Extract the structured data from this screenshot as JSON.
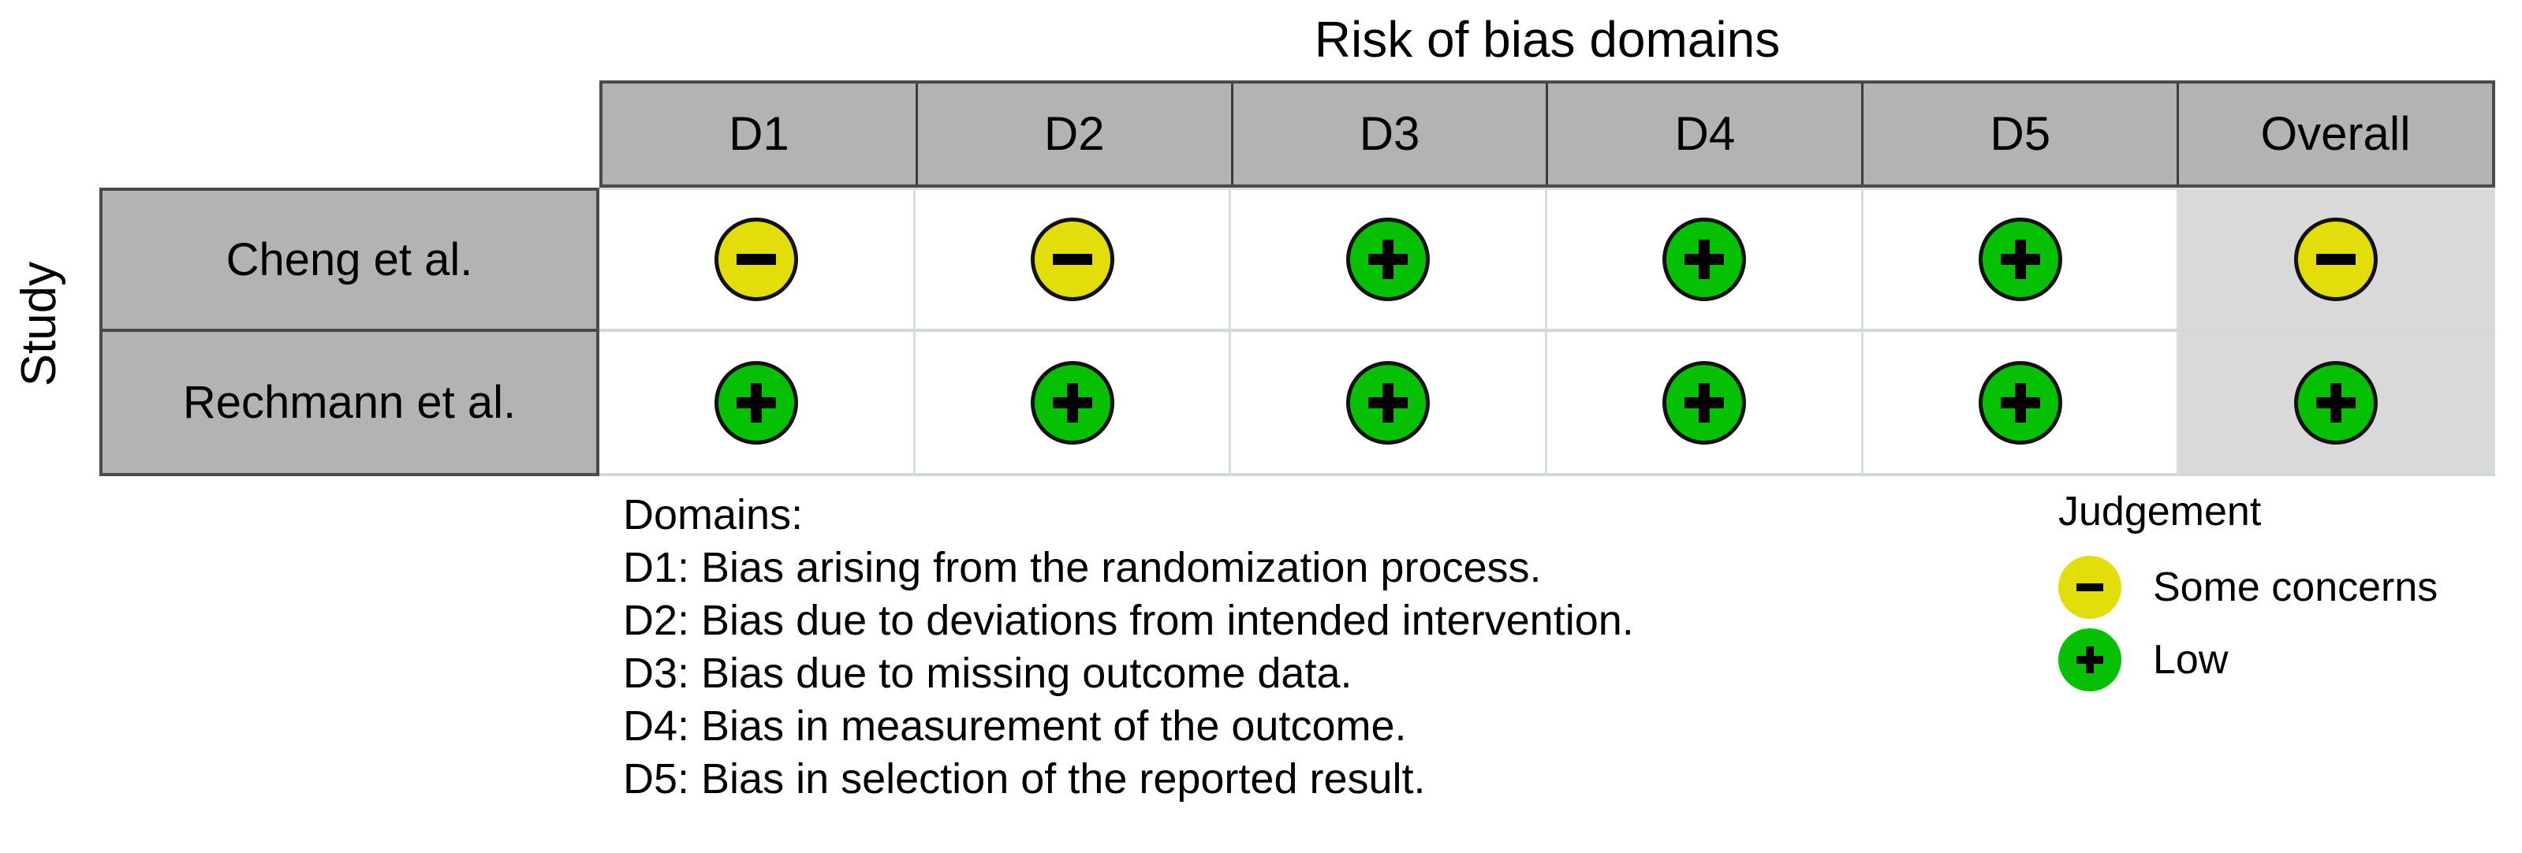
{
  "title": "Risk of bias domains",
  "axis": {
    "y_label": "Study"
  },
  "colors": {
    "some_concerns": "#e3dd0b",
    "low": "#06c003",
    "header_gray": "#b3b3b3",
    "overall_cell_gray": "#d9d9d9"
  },
  "table": {
    "columns": [
      "D1",
      "D2",
      "D3",
      "D4",
      "D5",
      "Overall"
    ],
    "rows": [
      {
        "study": "Cheng et al.",
        "judgements": [
          "some-concerns",
          "some-concerns",
          "low",
          "low",
          "low",
          "some-concerns"
        ],
        "glyphs": [
          "-",
          "-",
          "+",
          "+",
          "+",
          "-"
        ]
      },
      {
        "study": "Rechmann et al.",
        "judgements": [
          "low",
          "low",
          "low",
          "low",
          "low",
          "low"
        ],
        "glyphs": [
          "+",
          "+",
          "+",
          "+",
          "+",
          "+"
        ]
      }
    ]
  },
  "domains_legend": {
    "heading": "Domains:",
    "lines": [
      "D1: Bias arising from the randomization process.",
      "D2: Bias due to deviations from intended intervention.",
      "D3: Bias due to missing outcome data.",
      "D4: Bias in measurement of the outcome.",
      "D5: Bias in selection of the reported result."
    ]
  },
  "judgement_legend": {
    "title": "Judgement",
    "items": [
      {
        "glyph": "-",
        "label": "Some concerns",
        "key": "some-concerns"
      },
      {
        "glyph": "+",
        "label": "Low",
        "key": "low"
      }
    ]
  },
  "chart_data": {
    "type": "heatmap",
    "title": "Risk of bias domains",
    "xlabel": "Risk of bias domains",
    "ylabel": "Study",
    "categories": [
      "D1",
      "D2",
      "D3",
      "D4",
      "D5",
      "Overall"
    ],
    "rows": [
      "Cheng et al.",
      "Rechmann et al."
    ],
    "values": [
      [
        "some-concerns",
        "some-concerns",
        "low",
        "low",
        "low",
        "some-concerns"
      ],
      [
        "low",
        "low",
        "low",
        "low",
        "low",
        "low"
      ]
    ],
    "legend": {
      "position": "bottom-right",
      "entries": [
        {
          "key": "some-concerns",
          "label": "Some concerns",
          "color": "#e3dd0b",
          "glyph": "-"
        },
        {
          "key": "low",
          "label": "Low",
          "color": "#06c003",
          "glyph": "+"
        }
      ]
    },
    "grid": true
  }
}
